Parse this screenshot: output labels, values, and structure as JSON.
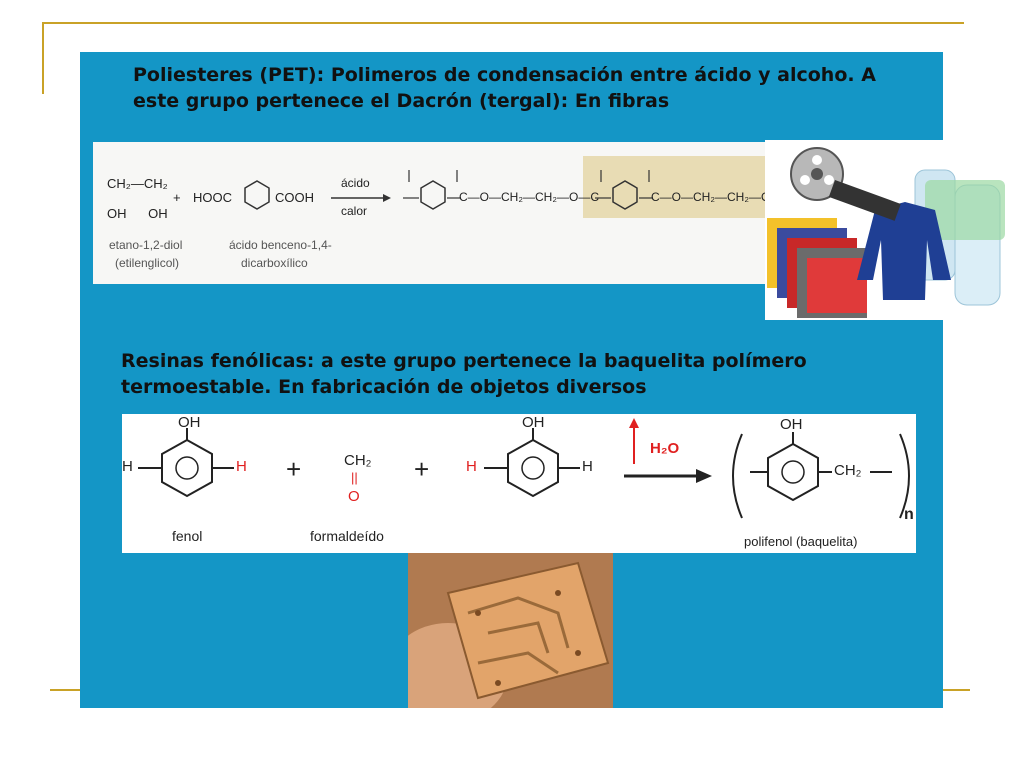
{
  "pet": {
    "heading": "Poliesteres (PET):",
    "text": "Polimeros de condensación entre ácido y alcoho.  A este grupo pertenece el Dacrón (tergal): En fibras",
    "reaction": {
      "diol_top": "CH₂—CH₂",
      "diol_bottom": "OH      OH",
      "plus": "+",
      "acid": "HOOC",
      "acid_end": "COOH",
      "arrow_top": "ácido",
      "arrow_bottom": "calor",
      "diol_label_1": "etano-1,2-diol",
      "diol_label_2": "(etilenglicol)",
      "acid_label_1": "ácido benceno-1,4-",
      "acid_label_2": "dicarboxílico",
      "chain_1": "C—O—CH₂—CH₂—O—C",
      "chain_2": "C—O—CH₂—CH₂—O"
    }
  },
  "resin": {
    "text": "Resinas fenólicas: a este grupo pertenece la baquelita polímero termoestable. En fabricación de objetos diversos",
    "reaction": {
      "oh": "OH",
      "h": "H",
      "plus": "+",
      "ch2": "CH₂",
      "o": "O",
      "dbl": "||",
      "water": "H₂O",
      "poly_ch2": "CH₂",
      "n": "n",
      "label_fenol": "fenol",
      "label_formaldehido": "formaldeído",
      "label_polifenol": "polifenol (baquelita)"
    }
  },
  "colors": {
    "panel": "#1496c6",
    "accent_line": "#c9a227",
    "red_h": "#e02020"
  },
  "icons": [
    "film-reel-icon",
    "jacket-icon",
    "fabric-swatches-icon",
    "plastic-bottles-icon",
    "circuit-board-icon"
  ]
}
